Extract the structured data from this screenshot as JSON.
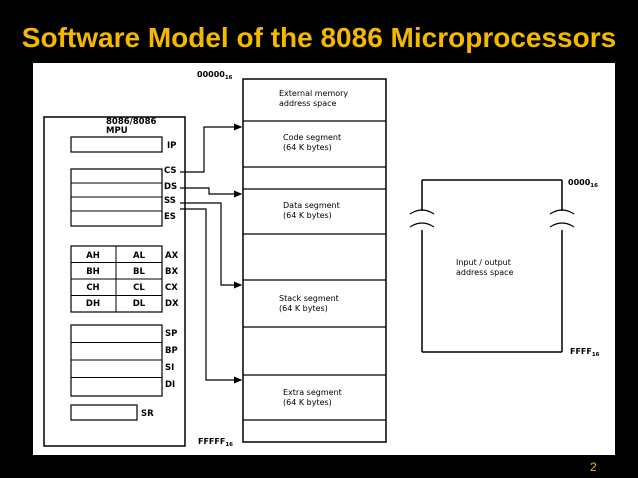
{
  "slide": {
    "title": "Software Model of the 8086 Microprocessors",
    "page_number": "2"
  },
  "mpu": {
    "label_line1": "8086/8086",
    "label_line2": "MPU",
    "ip": "IP",
    "segment_registers": [
      "CS",
      "DS",
      "SS",
      "ES"
    ],
    "general_registers": [
      {
        "high": "AH",
        "low": "AL",
        "name": "AX"
      },
      {
        "high": "BH",
        "low": "BL",
        "name": "BX"
      },
      {
        "high": "CH",
        "low": "CL",
        "name": "CX"
      },
      {
        "high": "DH",
        "low": "DL",
        "name": "DX"
      }
    ],
    "pointer_registers": [
      "SP",
      "BP",
      "SI",
      "DI"
    ],
    "status_register": "SR"
  },
  "memory": {
    "start_address": "00000",
    "start_sub": "16",
    "end_address": "FFFFF",
    "end_sub": "16",
    "space_label_line1": "External memory",
    "space_label_line2": "address space",
    "segments": [
      {
        "line1": "Code segment",
        "line2": "(64 K bytes)"
      },
      {
        "line1": "Data segment",
        "line2": "(64 K bytes)"
      },
      {
        "line1": "Stack segment",
        "line2": "(64 K bytes)"
      },
      {
        "line1": "Extra segment",
        "line2": "(64 K bytes)"
      }
    ]
  },
  "io": {
    "start_address": "0000",
    "start_sub": "16",
    "end_address": "FFFF",
    "end_sub": "16",
    "label_line1": "Input / output",
    "label_line2": "address space"
  }
}
